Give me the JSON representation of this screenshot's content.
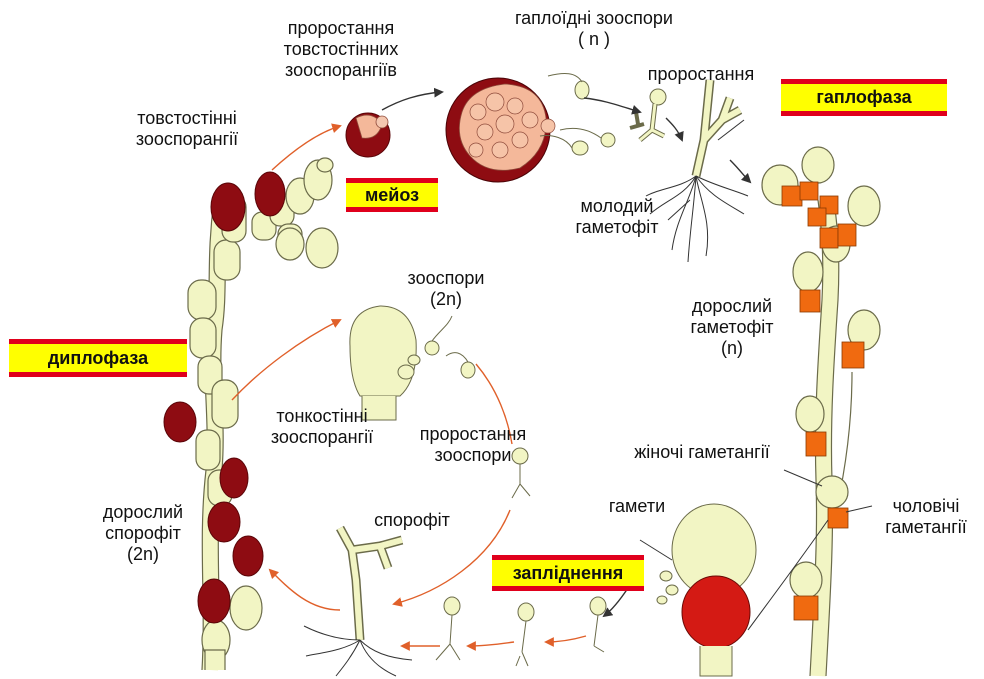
{
  "phase_tags": {
    "haplophase": "гаплофаза",
    "diplophase": "диплофаза",
    "meiosis": "мейоз",
    "fertilization": "запліднення"
  },
  "labels": {
    "sprouting_thick": [
      "проростання",
      "товстостінних",
      "зооспорангіїв"
    ],
    "haploid_zoospores": [
      "гаплоїдні зооспори",
      "( n )"
    ],
    "sprouting": "проростання",
    "thick_zoosporangia": [
      "товстостінні",
      "зооспорангії"
    ],
    "young_gametophyte": [
      "молодий",
      "гаметофіт"
    ],
    "adult_gametophyte": [
      "дорослий",
      "гаметофіт",
      "(n)"
    ],
    "zoospores_2n": [
      "зооспори",
      "(2n)"
    ],
    "thin_zoosporangia": [
      "тонкостінні",
      "зооспорангії"
    ],
    "sprouting_zoospore": [
      "проростання",
      "зооспори"
    ],
    "female_gametangia": "жіночі гаметангії",
    "gametes": "гамети",
    "male_gametangia": [
      "чоловічі",
      "гаметангії"
    ],
    "sporophyte": "спорофіт",
    "adult_sporophyte": [
      "дорослий",
      "спорофіт",
      "(2n)"
    ]
  },
  "colors": {
    "accent_yellow": "#ffff00",
    "accent_red": "#e0001c",
    "thallus_fill": "#f2f5c4",
    "thallus_stroke": "#6b6b4a",
    "sporangium_dark": "#8e0c12",
    "male_gametangium": "#f06a10",
    "arrow": "#e0602a"
  }
}
